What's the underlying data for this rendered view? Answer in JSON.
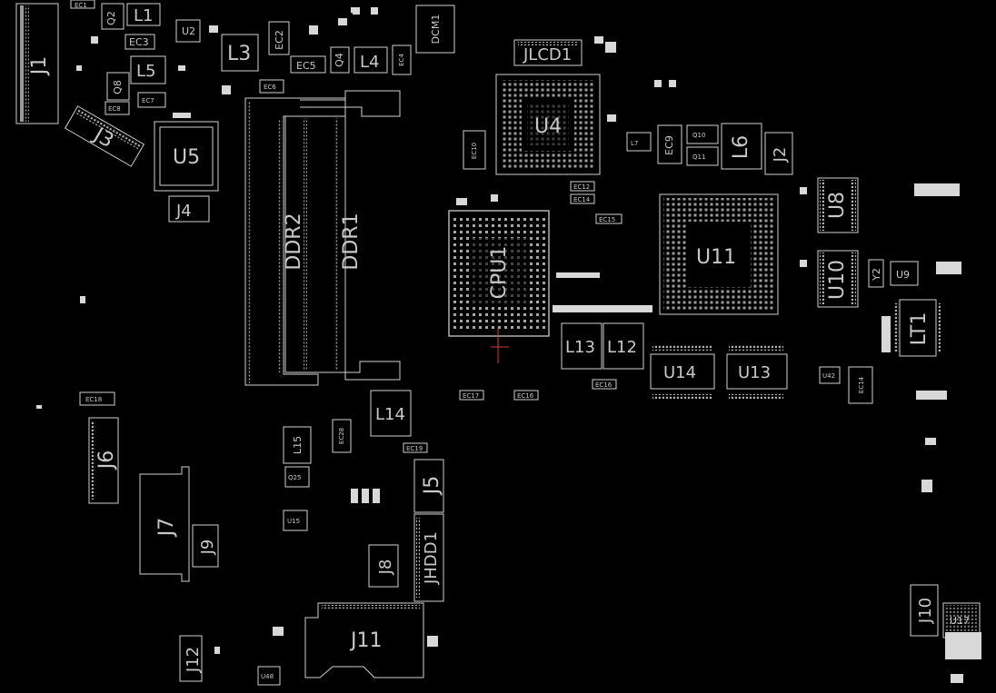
{
  "board": {
    "title": "",
    "background": "#000000",
    "trace_color": "#cfcfcf",
    "label_color": "#c8c8c8"
  },
  "components": {
    "J1": "J1",
    "EC1": "EC1",
    "Q2": "Q2",
    "L1": "L1",
    "U2": "U2",
    "EC3": "EC3",
    "L3": "L3",
    "EC2": "EC2",
    "EC5": "EC5",
    "Q4": "Q4",
    "L4": "L4",
    "EC4": "EC4",
    "DCM1": "DCM1",
    "L5": "L5",
    "Q8": "Q8",
    "EC7": "EC7",
    "EC8": "EC8",
    "EC6": "EC6",
    "J3": "J3",
    "U5": "U5",
    "J4": "J4",
    "DDR2": "DDR2",
    "DDR1": "DDR1",
    "JLCD1": "JLCD1",
    "U4": "U4",
    "EC10": "EC10",
    "L7": "L7",
    "EC9": "EC9",
    "Q10": "Q10",
    "Q11": "Q11",
    "L6": "L6",
    "J2": "J2",
    "U8": "U8",
    "U11": "U11",
    "U10": "U10",
    "Y2": "Y2",
    "U9": "U9",
    "LT1": "LT1",
    "CPU1": "CPU1",
    "EC12": "EC12",
    "EC14": "EC14",
    "EC15": "EC15",
    "L13": "L13",
    "L12": "L12",
    "U14": "U14",
    "U13": "U13",
    "EC16": "EC16",
    "EC17": "EC17",
    "EC18": "EC18",
    "J6": "J6",
    "L14": "L14",
    "EC28": "EC28",
    "L15": "L15",
    "EC19": "EC19",
    "Q25": "Q25",
    "J5": "J5",
    "J7": "J7",
    "J9": "J9",
    "U15": "U15",
    "JHDD1": "JHDD1",
    "J8": "J8",
    "J11": "J11",
    "J12": "J12",
    "U48": "U48",
    "J10": "J10",
    "U17": "U17",
    "U42": "U42",
    "EC14B": "EC14"
  }
}
